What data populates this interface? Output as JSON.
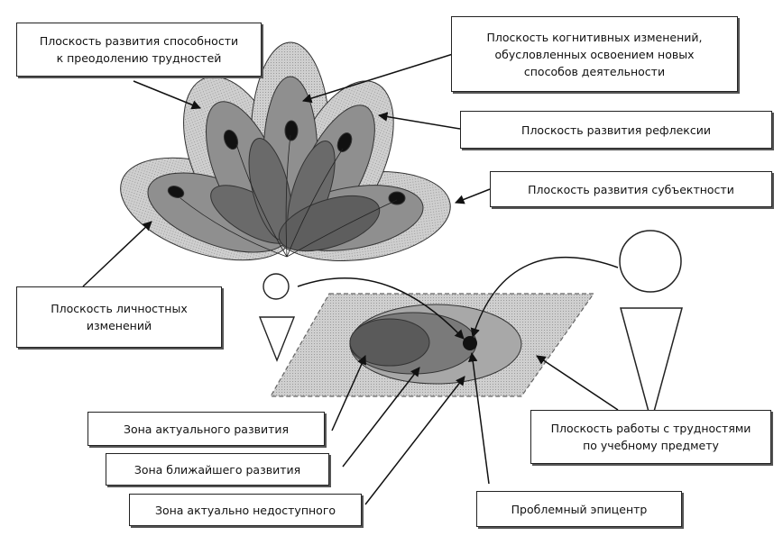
{
  "labels": {
    "coping": [
      "Плоскость развития способности",
      "к преодолению трудностей"
    ],
    "cognitive": [
      "Плоскость когнитивных изменений,",
      "обусловленных освоением новых",
      "способов деятельности"
    ],
    "reflection": "Плоскость развития рефлексии",
    "subjectness": "Плоскость развития субъектности",
    "personal": [
      "Плоскость личностных",
      "изменений"
    ],
    "actual_zone": "Зона актуального развития",
    "proximal_zone": "Зона ближайшего развития",
    "inaccessible_zone": "Зона актуально недоступного",
    "difficulties_plane": [
      "Плоскость работы с трудностями",
      "по учебному предмету"
    ],
    "epicenter": "Проблемный эпицентр"
  },
  "colors": {
    "outer_petal": "#c9c9c9",
    "middle_petal": "#8f8f8f",
    "inner_petal": "#5e5e5e",
    "spot": "#111111",
    "plane_fill": "#d8d8d8",
    "line": "#111111"
  }
}
